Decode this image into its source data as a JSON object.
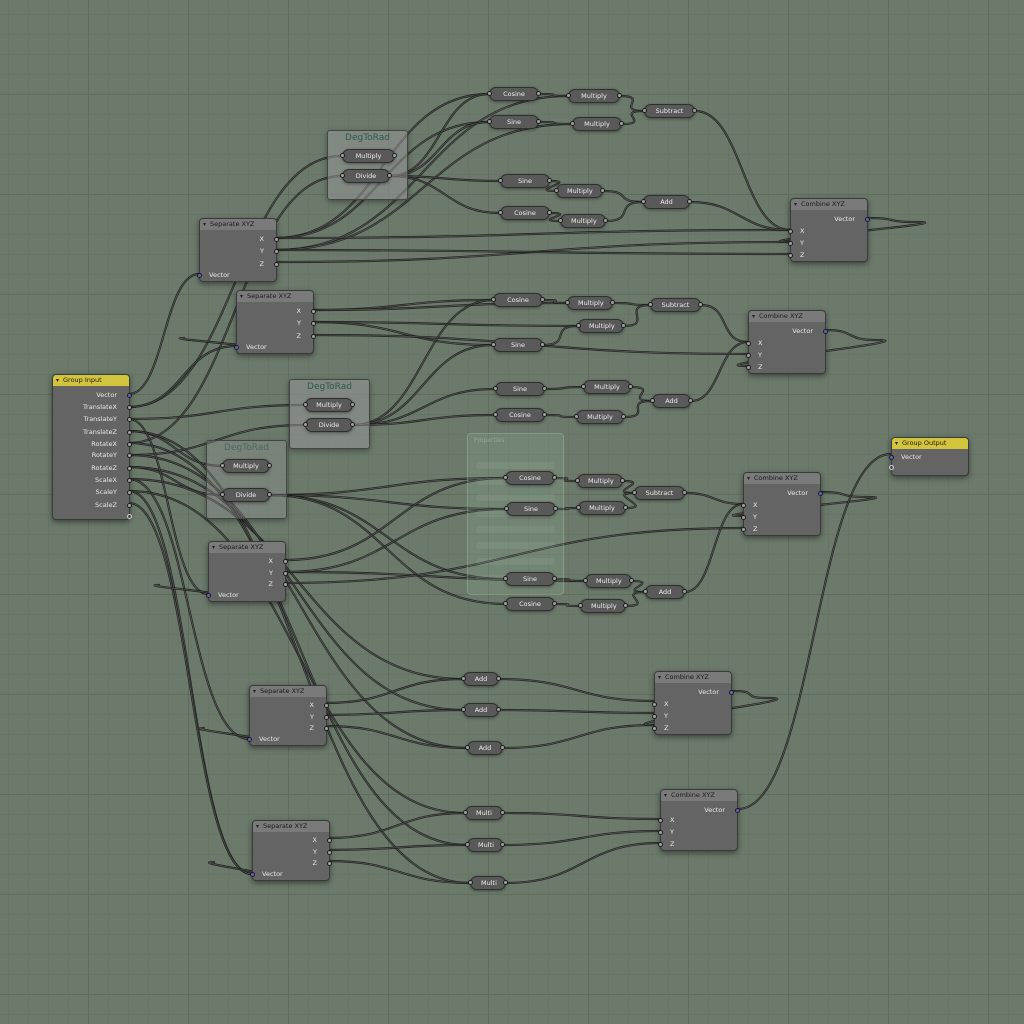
{
  "editor": {
    "accent_group": "#d2c43c",
    "wire_color": "#1a1a1a"
  },
  "overlay_panel": {
    "title": "Properties"
  },
  "labels": {
    "group_input": "Group Input",
    "group_output": "Group Output",
    "separate": "Separate XYZ",
    "combine": "Combine XYZ",
    "vector": "Vector",
    "x": "X",
    "y": "Y",
    "z": "Z",
    "degtorad": "DegToRad",
    "multiply": "Multiply",
    "divide": "Divide",
    "cosine": "Cosine",
    "sine": "Sine",
    "subtract": "Subtract",
    "add": "Add",
    "multi": "Multi"
  },
  "group_input_outputs": [
    "Vector",
    "TranslateX",
    "TranslateY",
    "TranslateZ",
    "RotateX",
    "RotateY",
    "RotateZ",
    "ScaleX",
    "ScaleY",
    "ScaleZ"
  ],
  "icons": {
    "collapse": "chevron-down-icon",
    "socket_vector": "vector-socket-icon",
    "socket_float": "float-socket-icon"
  }
}
